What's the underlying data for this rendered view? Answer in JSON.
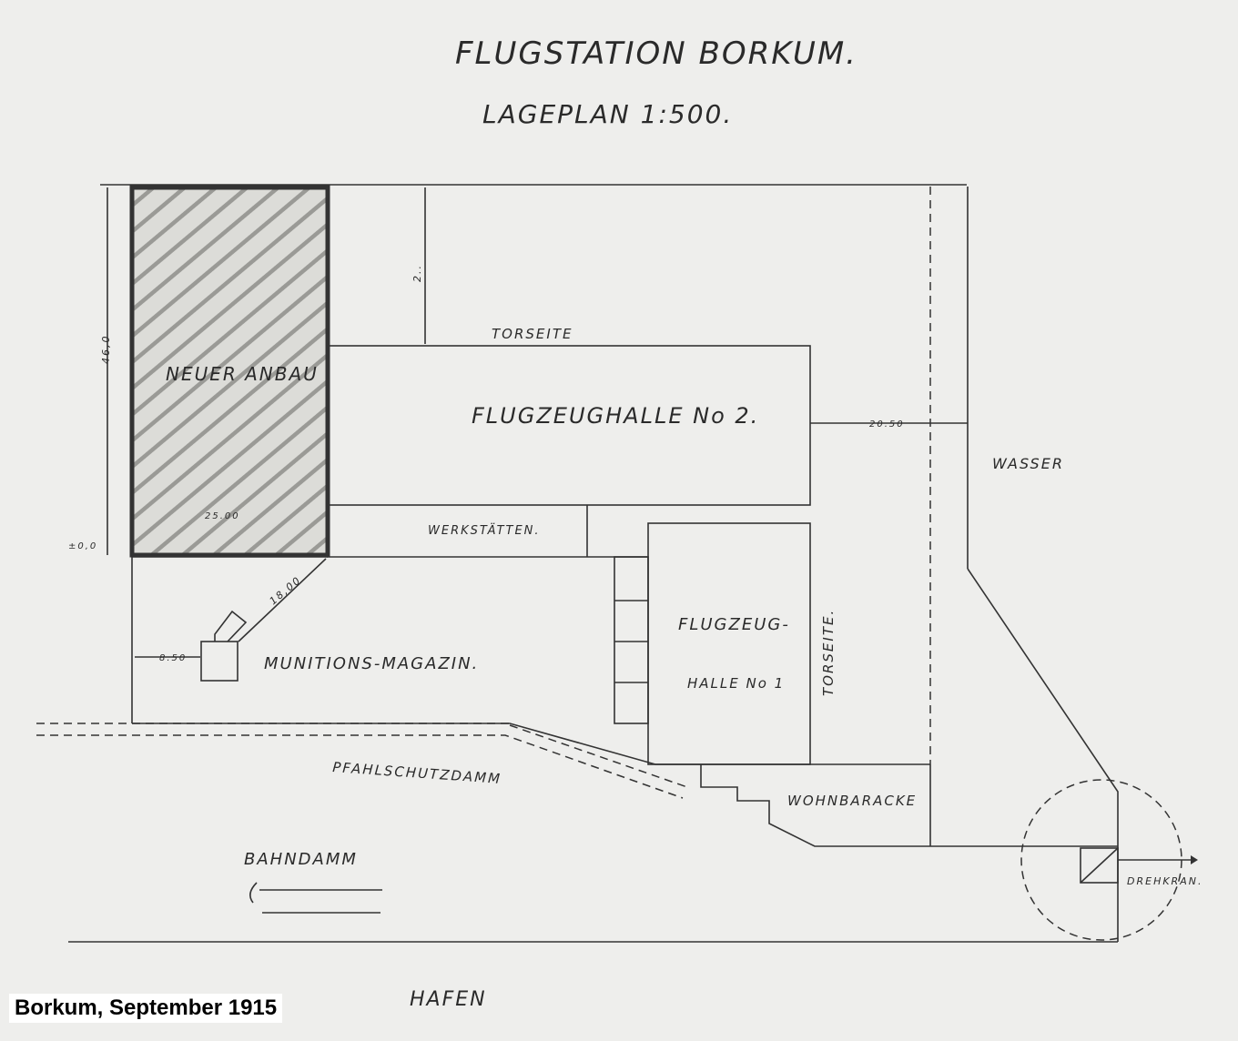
{
  "title": "FLUGSTATION BORKUM.",
  "subtitle": "LAGEPLAN 1:500.",
  "labels": {
    "neuer_anbau": "NEUER ANBAU",
    "torseite_top": "TORSEITE",
    "halle2": "FLUGZEUGHALLE No 2.",
    "werkstaetten": "WERKSTÄTTEN.",
    "halle1_line1": "FLUGZEUG-",
    "halle1_line2": "HALLE No 1",
    "torseite_side": "TORSEITE.",
    "munitions": "MUNITIONS-MAGAZIN.",
    "wasser": "WASSER",
    "pfahlschutzdamm": "PFAHLSCHUTZDAMM",
    "wohnbaracke": "WOHNBARACKE",
    "bahndamm": "BAHNDAMM",
    "drehkran": "DREHKRAN.",
    "hafen": "HAFEN"
  },
  "dimensions": {
    "height_left": "46,0",
    "width_anbau": "25.00",
    "level": "±0,0",
    "top_gap": "2..",
    "water_gap": "20.50",
    "diag": "18,00",
    "magazin_offset": "8.50"
  },
  "caption": "Borkum, September 1915"
}
